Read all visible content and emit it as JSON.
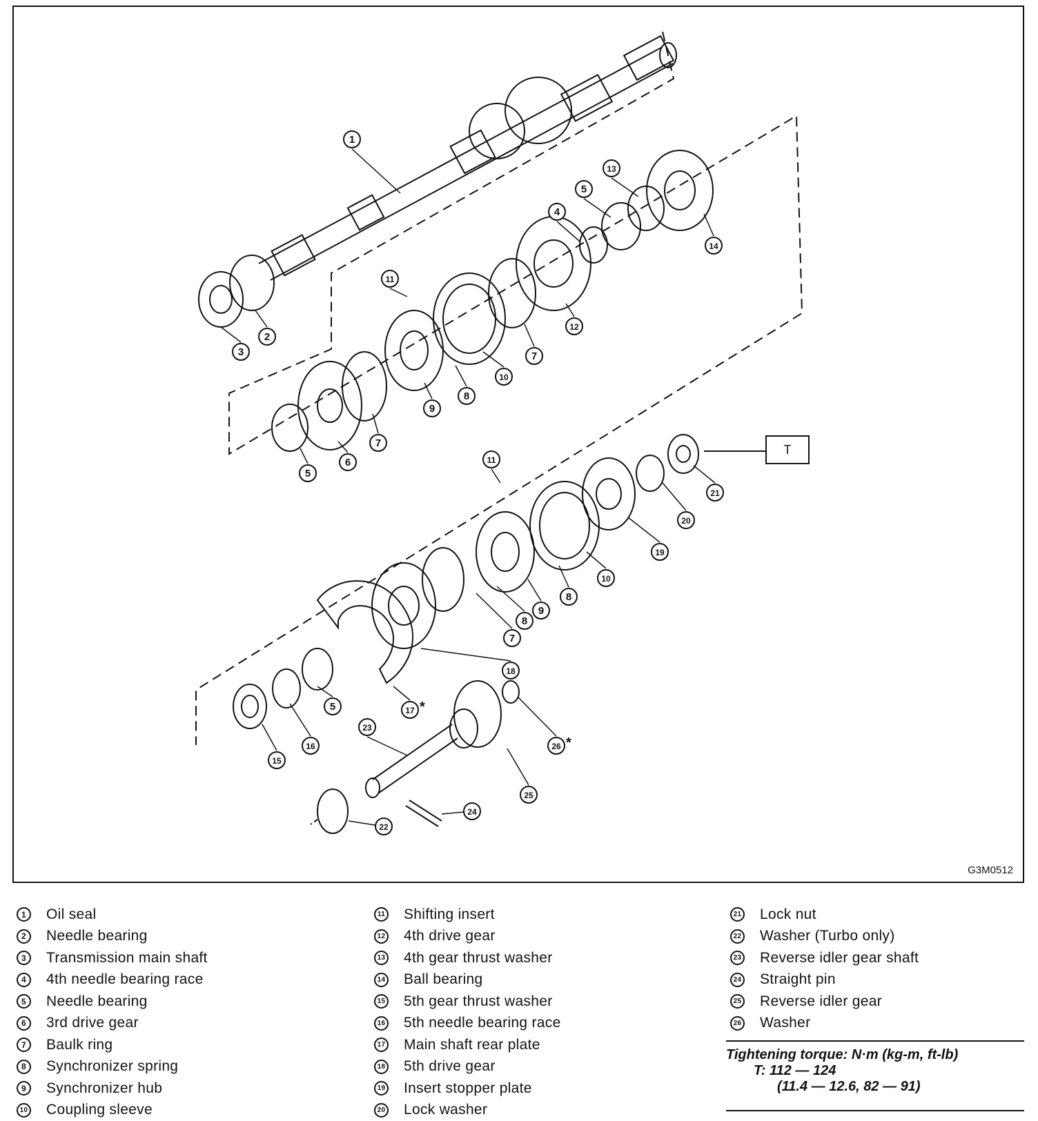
{
  "figure": {
    "code": "G3M0512",
    "torque_box_label": "T"
  },
  "callouts": [
    {
      "num": "1"
    },
    {
      "num": "2"
    },
    {
      "num": "3"
    },
    {
      "num": "4"
    },
    {
      "num": "5"
    },
    {
      "num": "13"
    },
    {
      "num": "14"
    },
    {
      "num": "11"
    },
    {
      "num": "12"
    },
    {
      "num": "7"
    },
    {
      "num": "10"
    },
    {
      "num": "9"
    },
    {
      "num": "8"
    },
    {
      "num": "7"
    },
    {
      "num": "6"
    },
    {
      "num": "5"
    },
    {
      "num": "11"
    },
    {
      "num": "21"
    },
    {
      "num": "20"
    },
    {
      "num": "19"
    },
    {
      "num": "10"
    },
    {
      "num": "8"
    },
    {
      "num": "9"
    },
    {
      "num": "8"
    },
    {
      "num": "7"
    },
    {
      "num": "18"
    },
    {
      "num": "17*"
    },
    {
      "num": "5"
    },
    {
      "num": "26*"
    },
    {
      "num": "16"
    },
    {
      "num": "15"
    },
    {
      "num": "23"
    },
    {
      "num": "25"
    },
    {
      "num": "24"
    },
    {
      "num": "22"
    }
  ],
  "legend": {
    "col1": [
      {
        "num": "1",
        "label": "Oil seal"
      },
      {
        "num": "2",
        "label": "Needle bearing"
      },
      {
        "num": "3",
        "label": "Transmission main shaft"
      },
      {
        "num": "4",
        "label": "4th needle bearing race"
      },
      {
        "num": "5",
        "label": "Needle bearing"
      },
      {
        "num": "6",
        "label": "3rd drive gear"
      },
      {
        "num": "7",
        "label": "Baulk ring"
      },
      {
        "num": "8",
        "label": "Synchronizer spring"
      },
      {
        "num": "9",
        "label": "Synchronizer hub"
      },
      {
        "num": "10",
        "label": "Coupling sleeve"
      }
    ],
    "col2": [
      {
        "num": "11",
        "label": "Shifting insert"
      },
      {
        "num": "12",
        "label": "4th drive gear"
      },
      {
        "num": "13",
        "label": "4th gear thrust washer"
      },
      {
        "num": "14",
        "label": "Ball bearing"
      },
      {
        "num": "15",
        "label": "5th gear thrust washer"
      },
      {
        "num": "16",
        "label": "5th needle bearing race"
      },
      {
        "num": "17",
        "label": "Main shaft rear plate"
      },
      {
        "num": "18",
        "label": "5th drive gear"
      },
      {
        "num": "19",
        "label": "Insert stopper plate"
      },
      {
        "num": "20",
        "label": "Lock washer"
      }
    ],
    "col3": [
      {
        "num": "21",
        "label": "Lock nut"
      },
      {
        "num": "22",
        "label": "Washer (Turbo only)"
      },
      {
        "num": "23",
        "label": "Reverse idler gear shaft"
      },
      {
        "num": "24",
        "label": "Straight pin"
      },
      {
        "num": "25",
        "label": "Reverse idler gear"
      },
      {
        "num": "26",
        "label": "Washer"
      }
    ]
  },
  "torque": {
    "title": "Tightening torque: N·m (kg-m, ft-lb)",
    "line1": "T: 112 — 124",
    "line2": "(11.4 — 12.6, 82 — 91)"
  }
}
